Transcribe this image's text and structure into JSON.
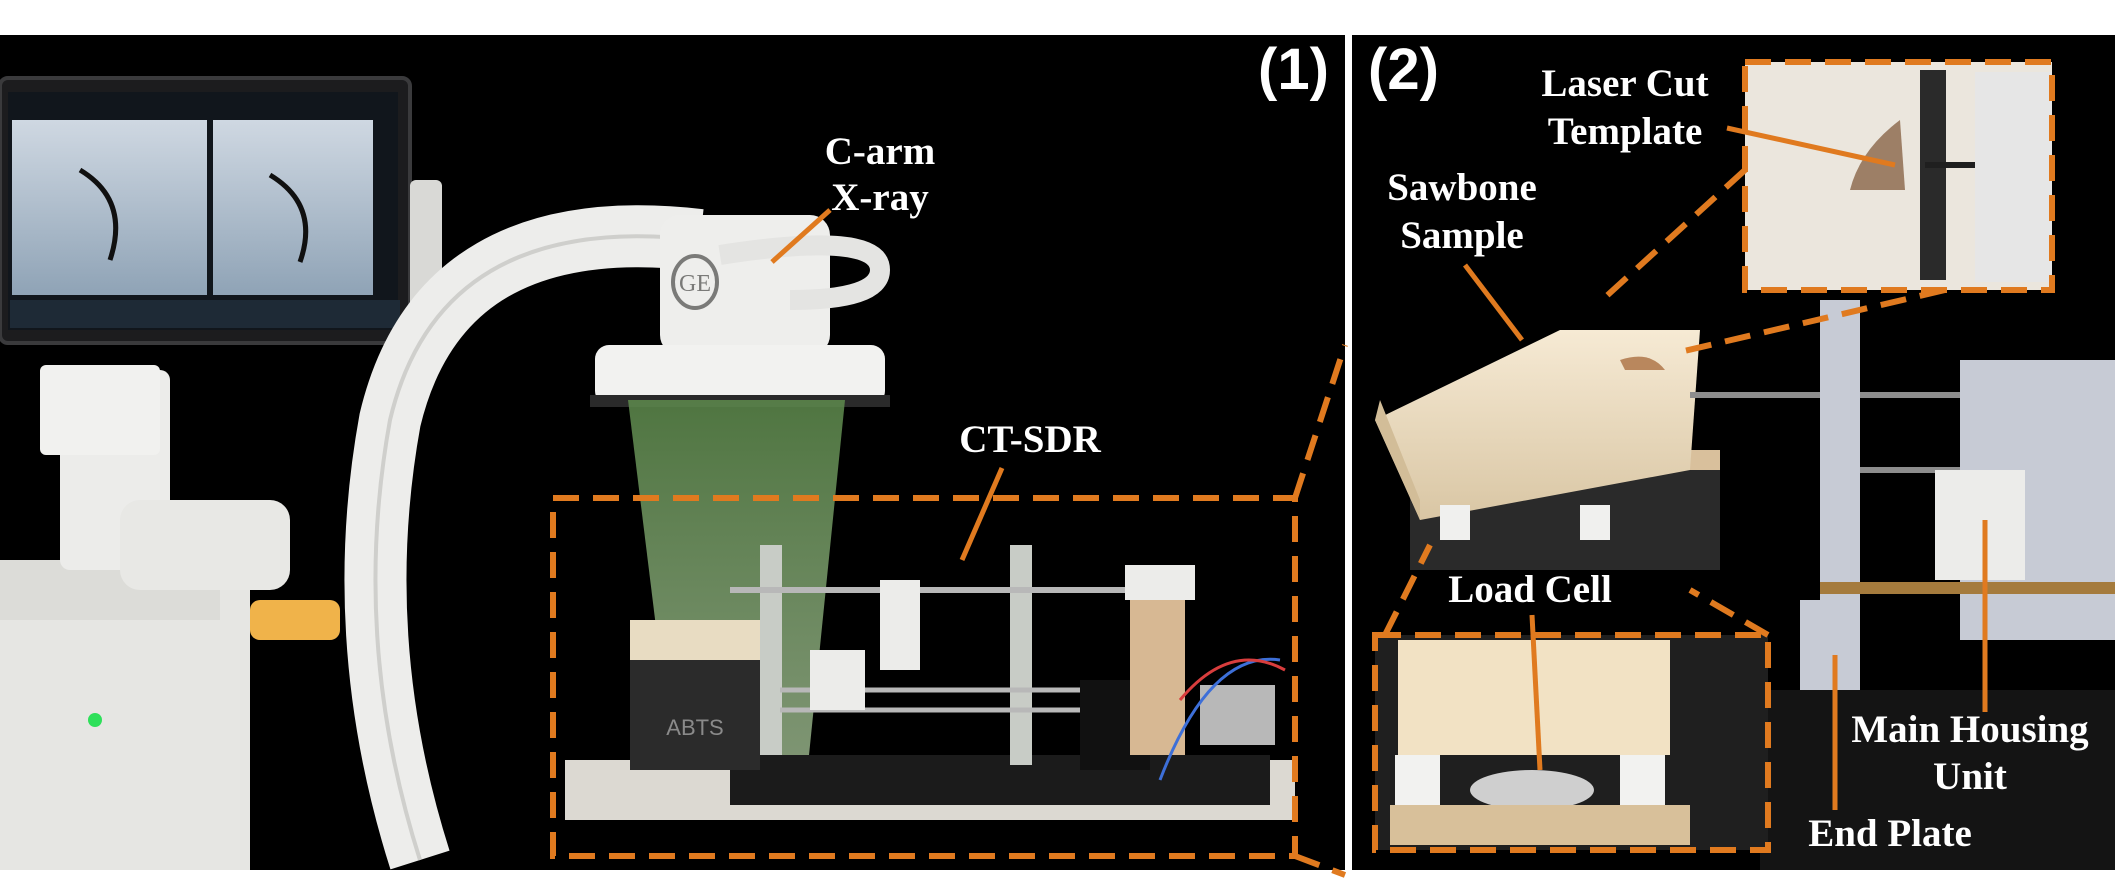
{
  "panels": {
    "panel1": {
      "number": "(1)",
      "labels": {
        "carm_line1": "C-arm",
        "carm_line2": "X-ray",
        "ctsdr": "CT-SDR"
      }
    },
    "panel2": {
      "number": "(2)",
      "labels": {
        "laser_line1": "Laser Cut",
        "laser_line2": "Template",
        "sawbone_line1": "Sawbone",
        "sawbone_line2": "Sample",
        "loadcell": "Load Cell",
        "housing_line1": "Main Housing",
        "housing_line2": "Unit",
        "endplate": "End Plate"
      }
    }
  },
  "monitor": {
    "brand_logo": "GE",
    "side_logo": "ABTS"
  },
  "colors": {
    "background": "#000000",
    "annotation": "#e07a1f",
    "label_text": "#ffffff",
    "divider": "#ffffff",
    "beam": "#6f9a5a",
    "sawbone": "#efe0c4",
    "carm_body": "#e9e9e6"
  }
}
